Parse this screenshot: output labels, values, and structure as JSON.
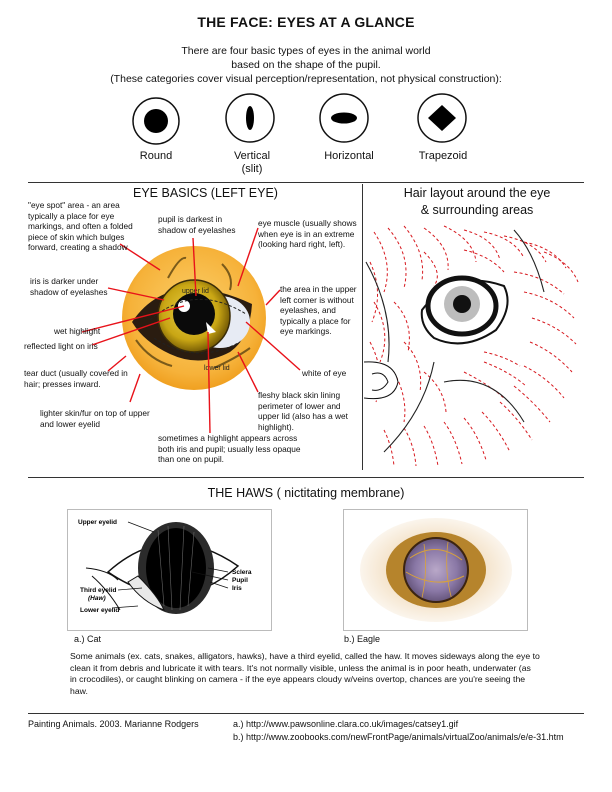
{
  "title": "THE FACE:  EYES AT A GLANCE",
  "intro": {
    "line1": "There are four basic types of eyes in the animal world",
    "line2": "based on the shape of the pupil.",
    "line3": "(These categories cover visual perception/representation, not physical construction):"
  },
  "eye_types": [
    {
      "label": "Round",
      "icon": "round-pupil-icon"
    },
    {
      "label": "Vertical",
      "sub": "(slit)",
      "icon": "vertical-pupil-icon"
    },
    {
      "label": "Horizontal",
      "icon": "horizontal-pupil-icon"
    },
    {
      "label": "Trapezoid",
      "icon": "trapezoid-pupil-icon"
    }
  ],
  "eye_basics": {
    "heading": "EYE BASICS (LEFT EYE)",
    "diagram_labels": {
      "upper_lid": "upper lid",
      "lower_lid": "lower lid"
    },
    "annotations": {
      "eye_spot": "\"eye spot\" area - an area typically a place for eye markings, and often a folded piece of skin which bulges forward, creating a shadow",
      "pupil": "pupil is darkest in shadow of eyelashes",
      "eye_muscle": "eye muscle (usually shows when eye is in an extreme (looking hard right, left).",
      "iris": "iris is darker under shadow of eyelashes",
      "upper_left_corner": "the area in the upper left corner is without eyelashes, and typically a place for eye markings.",
      "wet_highlight": "wet highlight",
      "reflected_light": "reflected light on iris",
      "white_of_eye": "white of eye",
      "tear_duct": "tear duct (usually covered in hair; presses inward.",
      "fleshy_skin": "fleshy black skin lining perimeter of lower and upper lid (also has a wet highlight).",
      "lighter_skin": "lighter skin/fur on top of upper and lower eyelid",
      "highlight_across": "sometimes a highlight appears across both iris and pupil; usually less opaque than one on pupil."
    }
  },
  "hair_layout": {
    "heading_line1": "Hair layout around the eye",
    "heading_line2": "& surrounding areas"
  },
  "haws": {
    "heading": "THE HAWS ( nictitating membrane)",
    "cat_labels": {
      "upper_eyelid": "Upper eyelid",
      "sclera": "Sclera",
      "pupil": "Pupil",
      "iris": "Iris",
      "third_eyelid": "Third eyelid",
      "haw": "(Haw)",
      "lower_eyelid": "Lower eyelid"
    },
    "caption_cat": "a.) Cat",
    "caption_eagle": "b.) Eagle",
    "paragraph": "Some animals (ex. cats, snakes, alligators, hawks), have a third eyelid, called the haw. It moves sideways along the eye to clean it from debris and lubricate it with tears.  It's not normally visible, unless the animal is in poor heath, underwater (as in crocodiles), or caught blinking on camera - if the eye appears cloudy w/veins overtop, chances are you're seeing the haw."
  },
  "footer": {
    "credit": "Painting Animals. 2003. Marianne Rodgers",
    "ref_a": "a.) http://www.pawsonline.clara.co.uk/images/catsey1.gif",
    "ref_b": "b.) http://www.zoobooks.com/newFrontPage/animals/virtualZoo/animals/e/e-31.htm"
  },
  "colors": {
    "annotation_line": "#e8121a",
    "hair_dashes": "#d7191f",
    "fur_orange": "#f6b23a",
    "iris_gold": "#c9a614"
  }
}
